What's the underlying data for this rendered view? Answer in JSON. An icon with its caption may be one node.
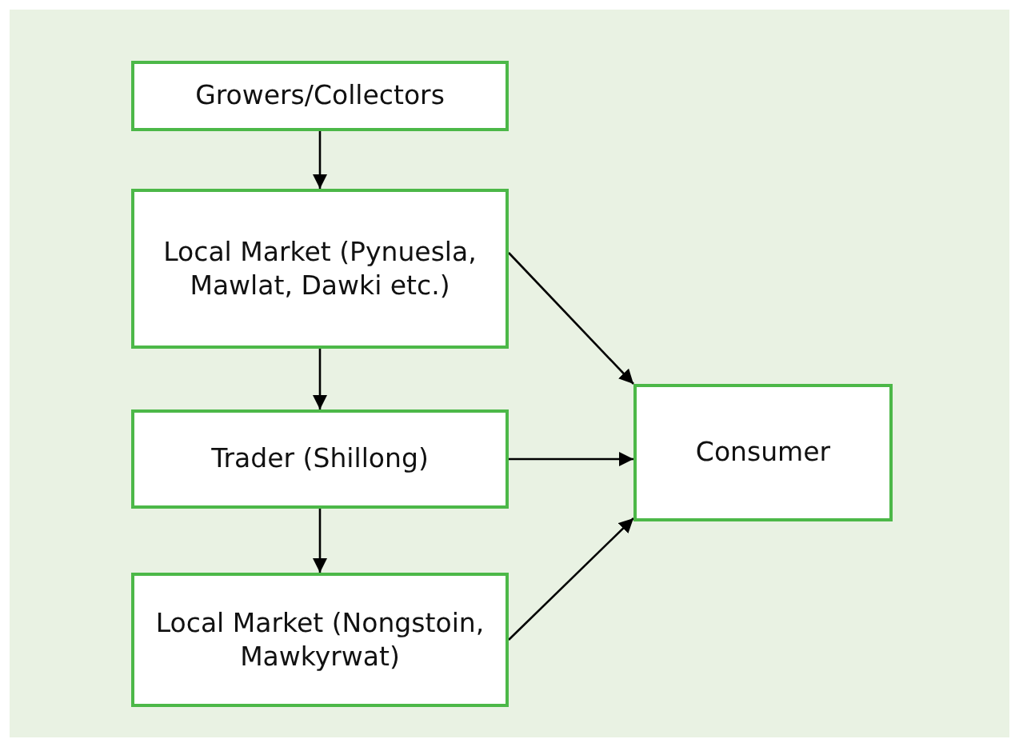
{
  "diagram": {
    "nodes": [
      {
        "text": [
          "Growers/Collectors"
        ]
      },
      {
        "text": [
          "Local Market (Pynuesla, Mawlat, Dawki etc.)"
        ]
      },
      {
        "text": [
          "Trader (Shillong)"
        ]
      },
      {
        "text": [
          "Local Market (Nongstoin, Mawkyrwat)"
        ]
      },
      {
        "text": [
          "Consumer"
        ]
      }
    ],
    "edges": [
      {
        "from": 0,
        "to": 1,
        "arrow": "to"
      },
      {
        "from": 1,
        "to": 2,
        "arrow": "to"
      },
      {
        "from": 2,
        "to": 3,
        "arrow": "to"
      },
      {
        "from": 1,
        "to": 4,
        "arrow": "to"
      },
      {
        "from": 2,
        "to": 4,
        "arrow": "to"
      },
      {
        "from": 3,
        "to": 4,
        "arrow": "to"
      }
    ]
  }
}
